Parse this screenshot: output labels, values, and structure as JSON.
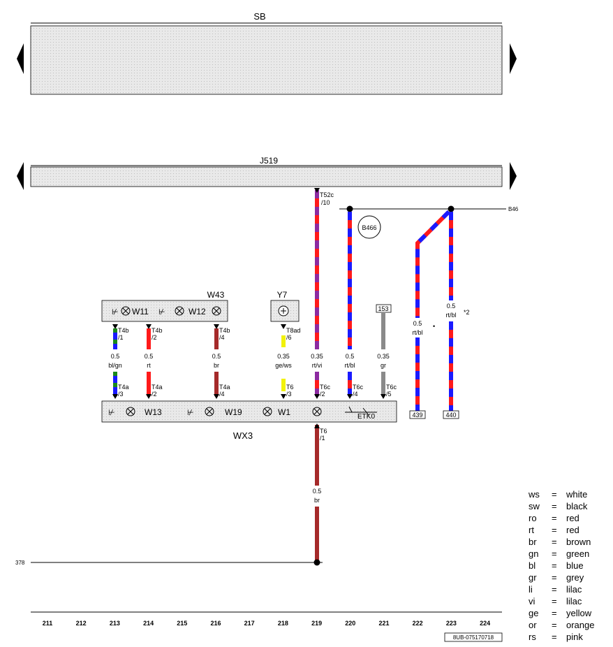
{
  "components": {
    "fuse_box": "SB",
    "control_unit": "J519",
    "lamp_bar_top": "W43",
    "lamp_w11": "W11",
    "lamp_w12": "W12",
    "motor": "Y7",
    "lamp_w13": "W13",
    "lamp_w19": "W19",
    "lamp_w1": "W1",
    "etk": "ETK0",
    "bottom_bar": "WX3",
    "ground": "B466",
    "bus_label": "B46"
  },
  "connectors": {
    "t52c": "T52c",
    "t52c_pin": "/10",
    "t4b_1": "T4b",
    "t4b_1_pin": "/1",
    "t4b_2": "T4b",
    "t4b_2_pin": "/2",
    "t4b_4": "T4b",
    "t4b_4_pin": "/4",
    "t8ad": "T8ad",
    "t8ad_pin": "/6",
    "t4a_3": "T4a",
    "t4a_3_pin": "/3",
    "t4a_2": "T4a",
    "t4a_2_pin": "/2",
    "t4a_4": "T4a",
    "t4a_4_pin": "/4",
    "t6_3": "T6",
    "t6_3_pin": "/3",
    "t6c_2": "T6c",
    "t6c_2_pin": "/2",
    "t6c_4": "T6c",
    "t6c_4_pin": "/4",
    "t6c_5": "T6c",
    "t6c_5_pin": "/5",
    "t6_1": "T6",
    "t6_1_pin": "/1"
  },
  "wires": {
    "w213": {
      "size": "0.5",
      "color": "bl/gn"
    },
    "w214": {
      "size": "0.5",
      "color": "rt"
    },
    "w216": {
      "size": "0.5",
      "color": "br"
    },
    "w218": {
      "size": "0.35",
      "color": "ge/ws"
    },
    "w219": {
      "size": "0.35",
      "color": "rt/vi"
    },
    "w220": {
      "size": "0.5",
      "color": "rt/bl"
    },
    "w221": {
      "size": "0.35",
      "color": "gr"
    },
    "w222": {
      "size": "0.5",
      "color": "rt/bl"
    },
    "w223": {
      "size": "0.5",
      "color": "rt/bl"
    },
    "w219_lower": {
      "size": "0.5",
      "color": "br"
    }
  },
  "references": {
    "ref153": "153",
    "ref439": "439",
    "ref440": "440",
    "ref378": "378",
    "note2": "*2",
    "dot": "•"
  },
  "columns": [
    "211",
    "212",
    "213",
    "214",
    "215",
    "216",
    "217",
    "218",
    "219",
    "220",
    "221",
    "222",
    "223",
    "224"
  ],
  "doc_code": "8UB-075170718",
  "legend": [
    {
      "abbr": "ws",
      "eq": "=",
      "name": "white"
    },
    {
      "abbr": "sw",
      "eq": "=",
      "name": "black"
    },
    {
      "abbr": "ro",
      "eq": "=",
      "name": "red"
    },
    {
      "abbr": "rt",
      "eq": "=",
      "name": "red"
    },
    {
      "abbr": "br",
      "eq": "=",
      "name": "brown"
    },
    {
      "abbr": "gn",
      "eq": "=",
      "name": "green"
    },
    {
      "abbr": "bl",
      "eq": "=",
      "name": "blue"
    },
    {
      "abbr": "gr",
      "eq": "=",
      "name": "grey"
    },
    {
      "abbr": "li",
      "eq": "=",
      "name": "lilac"
    },
    {
      "abbr": "vi",
      "eq": "=",
      "name": "lilac"
    },
    {
      "abbr": "ge",
      "eq": "=",
      "name": "yellow"
    },
    {
      "abbr": "or",
      "eq": "=",
      "name": "orange"
    },
    {
      "abbr": "rs",
      "eq": "=",
      "name": "pink"
    }
  ],
  "colors": {
    "red": "#ff1a1a",
    "blue": "#1a1aff",
    "green": "#1a8a1a",
    "brown": "#a52a2a",
    "yellow": "#f2f20a",
    "grey": "#8a8a8a",
    "lilac": "#8c2aa0",
    "bar": "#e6e6e6"
  }
}
